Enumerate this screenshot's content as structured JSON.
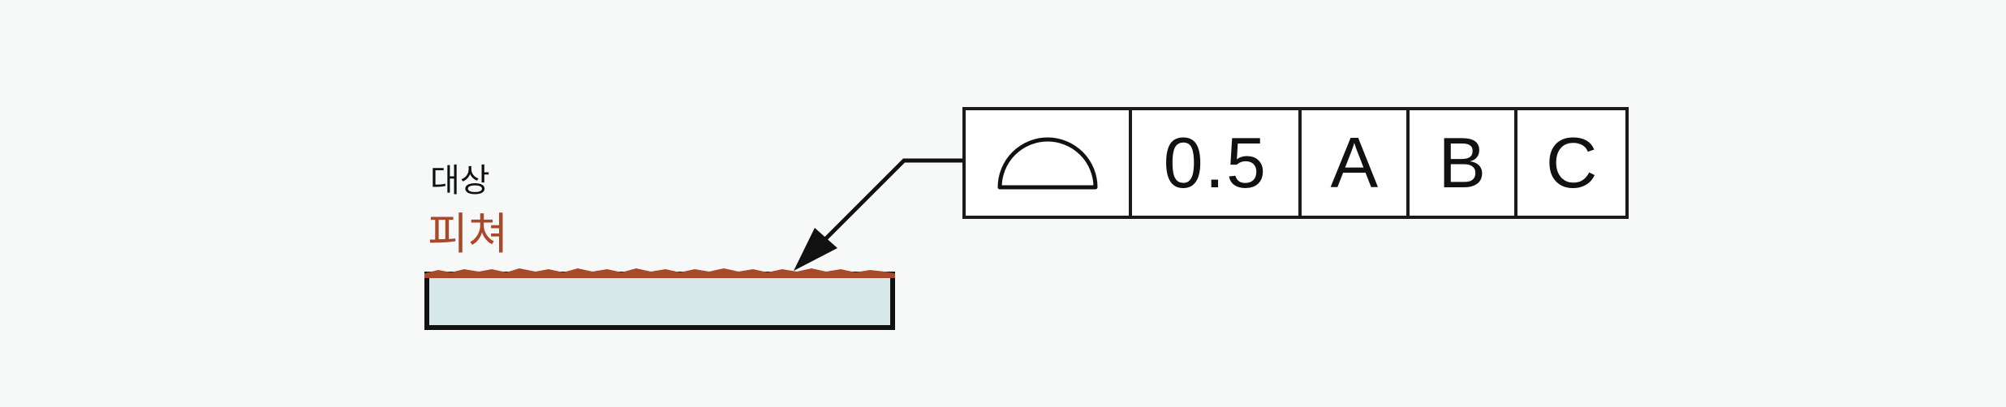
{
  "labels": {
    "target": "대상",
    "feature": "피쳐"
  },
  "frame": {
    "symbol_icon": "profile-of-a-surface-symbol",
    "tolerance": "0.5",
    "datums": [
      "A",
      "B",
      "C"
    ]
  },
  "colors": {
    "feature": "#a84a2a",
    "part_fill": "#d6e8ea",
    "outline": "#1a1a1a",
    "background": "#f7f9f9"
  }
}
